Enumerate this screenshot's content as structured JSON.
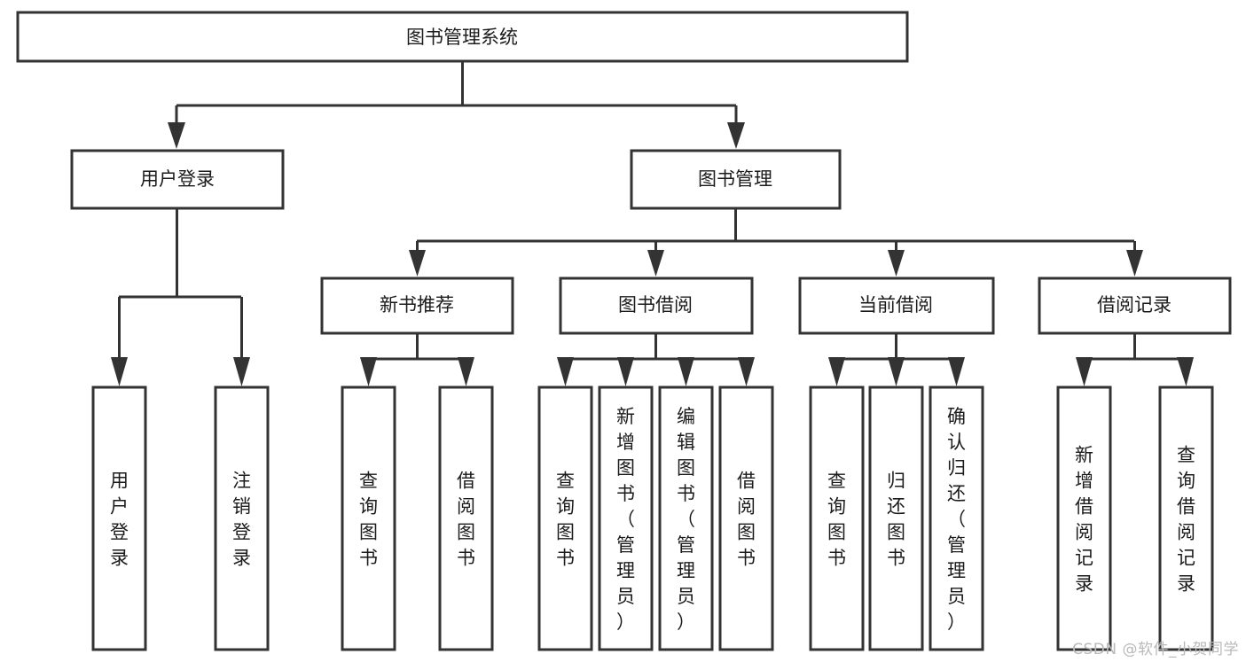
{
  "diagram": {
    "type": "tree-hierarchy",
    "title": "图书管理系统",
    "watermark": "CSDN @软件_小贺同学",
    "colors": {
      "stroke": "#333333",
      "fill": "#ffffff",
      "text": "#1b1b1b",
      "watermark": "#b9b9b9",
      "background": "#ffffff"
    },
    "nodes": {
      "root": {
        "label": "图书管理系统",
        "level": 0,
        "orientation": "horizontal"
      },
      "level1": [
        {
          "id": "user-login",
          "label": "用户登录",
          "orientation": "horizontal"
        },
        {
          "id": "book-management",
          "label": "图书管理",
          "orientation": "horizontal"
        }
      ],
      "level2": [
        {
          "id": "new-book-recommend",
          "label": "新书推荐",
          "orientation": "horizontal",
          "parent": "book-management"
        },
        {
          "id": "book-borrow",
          "label": "图书借阅",
          "orientation": "horizontal",
          "parent": "book-management"
        },
        {
          "id": "current-borrow",
          "label": "当前借阅",
          "orientation": "horizontal",
          "parent": "book-management"
        },
        {
          "id": "borrow-record",
          "label": "借阅记录",
          "orientation": "horizontal",
          "parent": "book-management"
        }
      ],
      "leaves": [
        {
          "id": "leaf-user-login",
          "label": "用户登录",
          "orientation": "vertical",
          "parent": "user-login"
        },
        {
          "id": "leaf-logout",
          "label": "注销登录",
          "orientation": "vertical",
          "parent": "user-login"
        },
        {
          "id": "leaf-query-book-1",
          "label": "查询图书",
          "orientation": "vertical",
          "parent": "new-book-recommend"
        },
        {
          "id": "leaf-borrow-book-1",
          "label": "借阅图书",
          "orientation": "vertical",
          "parent": "new-book-recommend"
        },
        {
          "id": "leaf-query-book-2",
          "label": "查询图书",
          "orientation": "vertical",
          "parent": "book-borrow"
        },
        {
          "id": "leaf-add-book",
          "label": "新增图书（管理员）",
          "orientation": "vertical",
          "parent": "book-borrow"
        },
        {
          "id": "leaf-edit-book",
          "label": "编辑图书（管理员）",
          "orientation": "vertical",
          "parent": "book-borrow"
        },
        {
          "id": "leaf-borrow-book-2",
          "label": "借阅图书",
          "orientation": "vertical",
          "parent": "book-borrow"
        },
        {
          "id": "leaf-query-book-3",
          "label": "查询图书",
          "orientation": "vertical",
          "parent": "current-borrow"
        },
        {
          "id": "leaf-return-book",
          "label": "归还图书",
          "orientation": "vertical",
          "parent": "current-borrow"
        },
        {
          "id": "leaf-confirm-return",
          "label": "确认归还（管理员）",
          "orientation": "vertical",
          "parent": "current-borrow"
        },
        {
          "id": "leaf-add-record",
          "label": "新增借阅记录",
          "orientation": "vertical",
          "parent": "borrow-record"
        },
        {
          "id": "leaf-query-record",
          "label": "查询借阅记录",
          "orientation": "vertical",
          "parent": "borrow-record"
        }
      ]
    }
  }
}
